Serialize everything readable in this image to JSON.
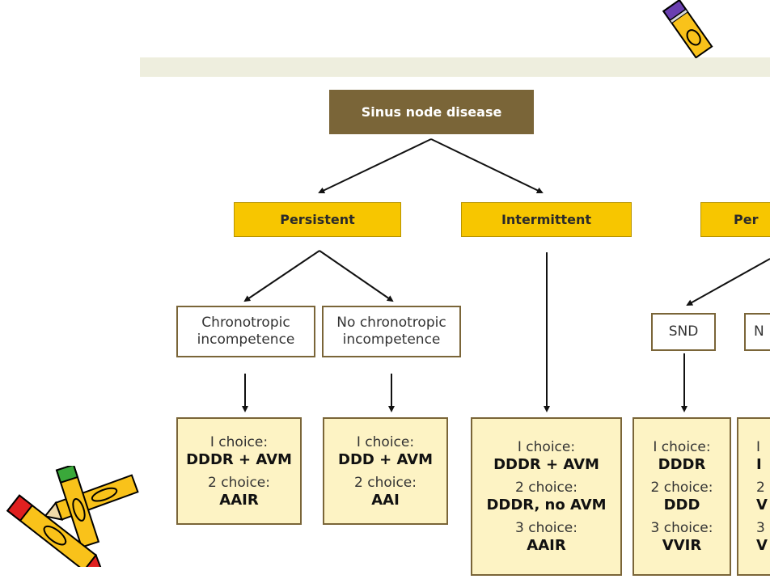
{
  "root": {
    "label": "Sinus node disease"
  },
  "level1": [
    {
      "label": "Persistent"
    },
    {
      "label": "Intermittent"
    },
    {
      "label": "Per"
    }
  ],
  "level2": [
    {
      "line1": "Chronotropic",
      "line2": "incompetence"
    },
    {
      "line1": "No chronotropic",
      "line2": "incompetence"
    },
    {
      "line1": "SND"
    },
    {
      "line1": "N"
    }
  ],
  "choices": [
    {
      "c1_label": "I choice:",
      "c1_value": "DDDR + AVM",
      "c2_label": "2 choice:",
      "c2_value": "AAIR"
    },
    {
      "c1_label": "I choice:",
      "c1_value": "DDD + AVM",
      "c2_label": "2 choice:",
      "c2_value": "AAI"
    },
    {
      "c1_label": "I choice:",
      "c1_value": "DDDR + AVM",
      "c2_label": "2 choice:",
      "c2_value": "DDDR, no AVM",
      "c3_label": "3 choice:",
      "c3_value": "AAIR"
    },
    {
      "c1_label": "I choice:",
      "c1_value": "DDDR",
      "c2_label": "2 choice:",
      "c2_value": "DDD",
      "c3_label": "3 choice:",
      "c3_value": "VVIR"
    },
    {
      "c1_label": "I",
      "c1_value": "I",
      "c2_label": "2",
      "c2_value": "V",
      "c3_label": "3",
      "c3_value": "V"
    }
  ],
  "colors": {
    "root": "#7a6538",
    "gold": "#f7c600",
    "choice_bg": "#fdf3c4"
  },
  "icons": [
    "pencil-clipart-icon",
    "crossed-pencils-clipart-icon"
  ]
}
